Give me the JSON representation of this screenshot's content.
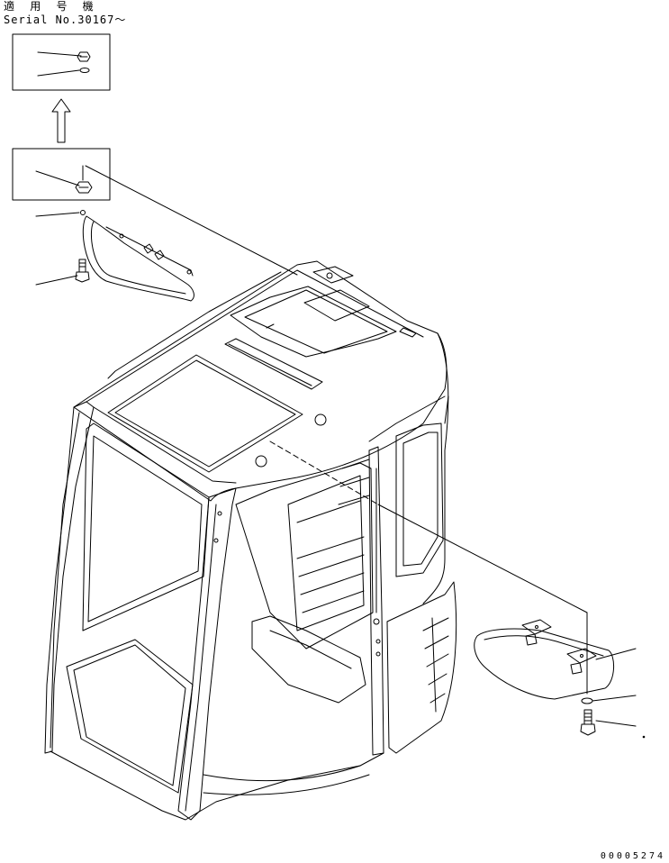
{
  "header": {
    "applicability": "適 用 号 機",
    "serial": "Serial No.30167～"
  },
  "drawing_number": "00005274",
  "colors": {
    "line": "#000000",
    "background": "#ffffff"
  }
}
